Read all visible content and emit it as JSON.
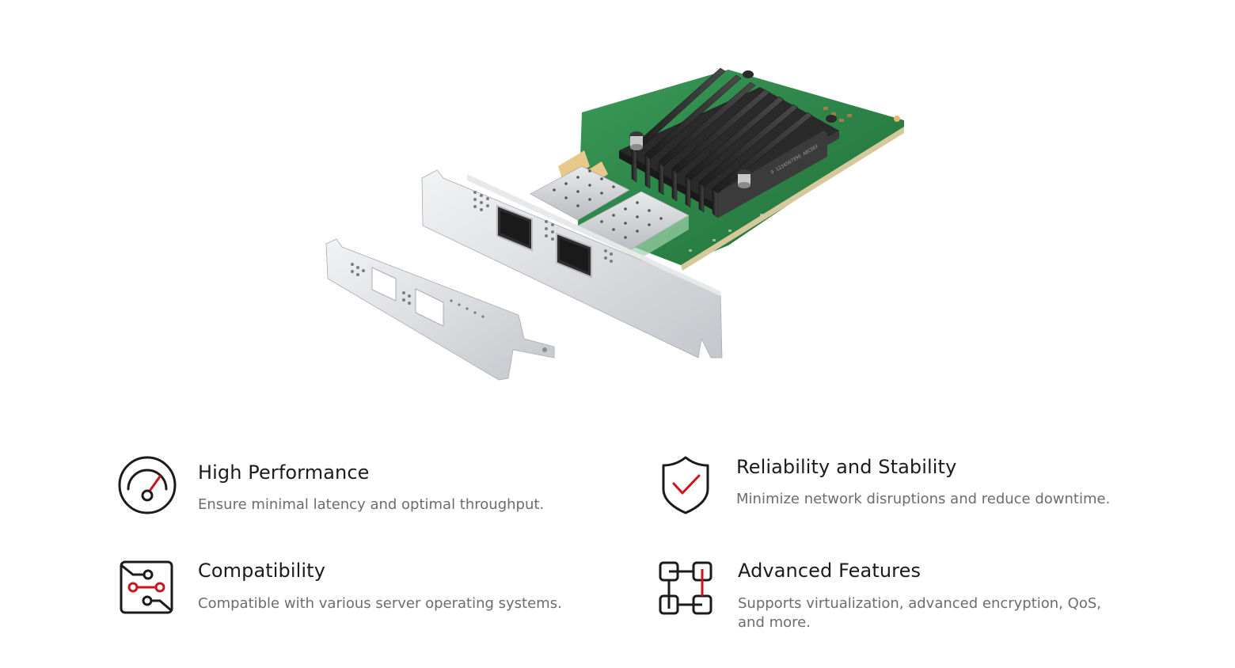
{
  "product": {
    "image_alt": "Dual-port SFP PCIe network interface card with heatsink, full-height bracket and low-profile bracket",
    "colors": {
      "pcb": "#2f8a4a",
      "heatsink": "#2a2a2a",
      "bracket": "#d9dbde",
      "gold_fingers": "#e8c98c"
    }
  },
  "features": [
    {
      "icon": "speedometer-icon",
      "title": "High Performance",
      "description": "Ensure minimal latency and optimal throughput."
    },
    {
      "icon": "shield-check-icon",
      "title": "Reliability and Stability",
      "description": "Minimize network disruptions and reduce downtime."
    },
    {
      "icon": "circuit-board-icon",
      "title": "Compatibility",
      "description": "Compatible with various server operating systems."
    },
    {
      "icon": "network-nodes-icon",
      "title": "Advanced Features",
      "description": "Supports virtualization, advanced encryption, QoS, and more."
    }
  ],
  "theme": {
    "accent": "#c8161d",
    "icon_stroke": "#1b1b1b",
    "title_color": "#1b1b1b",
    "desc_color": "#6c6c6c"
  }
}
